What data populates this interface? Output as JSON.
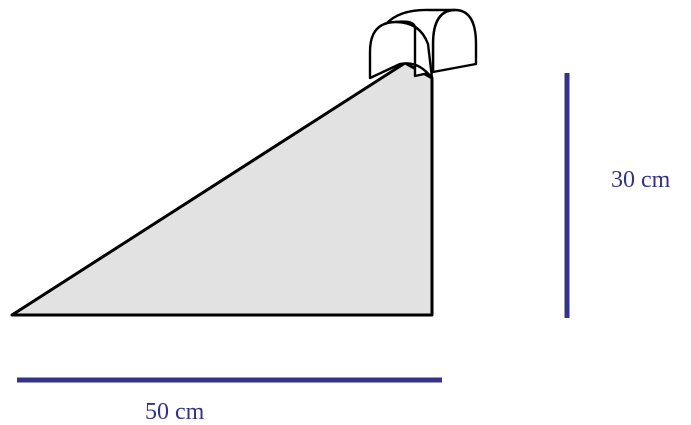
{
  "diagram": {
    "shape": "ramp-with-tunnel-at-top",
    "colors": {
      "ramp_fill": "#e2e2e2",
      "ramp_stroke": "#000000",
      "dimension_line": "#33338a",
      "dimension_text": "#33338a"
    },
    "height_label": "30 cm",
    "width_label": "50 cm"
  }
}
